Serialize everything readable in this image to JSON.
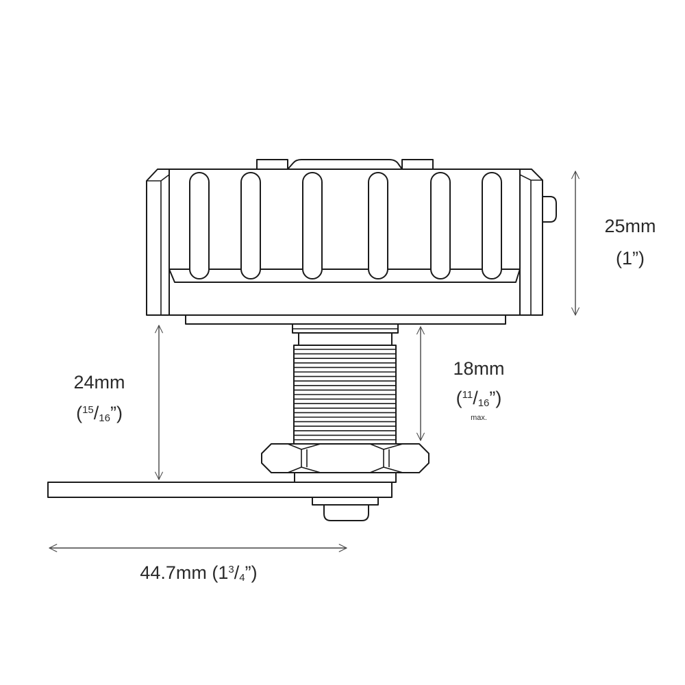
{
  "dimensions": {
    "knob_height": {
      "metric": "25mm",
      "imperial": "(1”)"
    },
    "thread_length": {
      "metric": "18mm",
      "imperial_open": "(",
      "imperial_num": "11",
      "imperial_slash": "/",
      "imperial_den": "16",
      "imperial_close": "”)",
      "note": "max."
    },
    "panel_to_knob": {
      "metric": "24mm",
      "imperial_open": "(",
      "imperial_num": "15",
      "imperial_slash": "/",
      "imperial_den": "16",
      "imperial_close": "”)"
    },
    "cam_length": {
      "metric": "44.7mm (1",
      "imperial_num": "3",
      "imperial_slash": "/",
      "imperial_den": "4",
      "imperial_close": "”)"
    }
  },
  "colors": {
    "line": "#1a1a1a",
    "text": "#2a2a2a",
    "background": "#ffffff"
  }
}
